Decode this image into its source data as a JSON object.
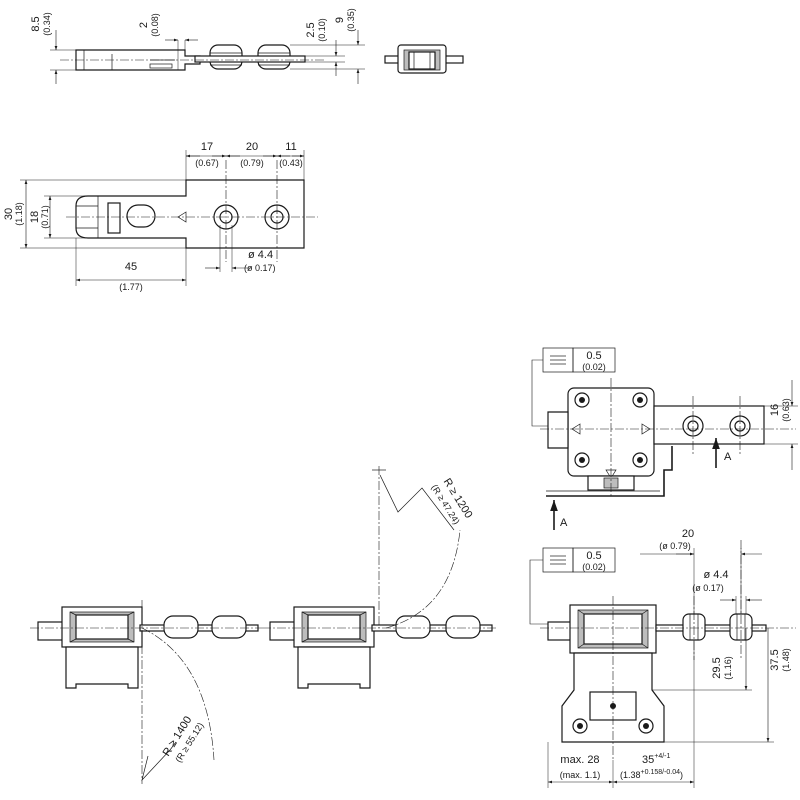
{
  "top_view": {
    "height": "8.5",
    "height_in": "(0.34)",
    "step": "2",
    "step_in": "(0.08)",
    "tongue": "2.5",
    "tongue_in": "(0.10)",
    "thickness": "9",
    "thickness_in": "(0.35)"
  },
  "plan_view": {
    "width": "30",
    "width_in": "(1.18)",
    "inner": "18",
    "inner_in": "(0.71)",
    "length": "45",
    "length_in": "(1.77)",
    "d1": "17",
    "d1_in": "(0.67)",
    "d2": "20",
    "d2_in": "(0.79)",
    "d3": "11",
    "d3_in": "(0.43)",
    "hole": "ø 4.4",
    "hole_in": "(ø 0.17)"
  },
  "bend_views": {
    "radius_down": "R ≥ 1400",
    "radius_down_in": "(R ≥ 55.12)",
    "radius_up": "R ≥ 1200",
    "radius_up_in": "(R ≥ 47.24)"
  },
  "mount_top": {
    "flatness": "0.5",
    "flatness_in": "(0.02)",
    "height": "16",
    "height_in": "(0.63)",
    "view_label": "A",
    "arrow_label": "A"
  },
  "mount_side": {
    "flatness": "0.5",
    "flatness_in": "(0.02)",
    "spacing": "20",
    "spacing_in": "(ø 0.79)",
    "hole": "ø 4.4",
    "hole_in": "(ø 0.17)",
    "h1": "29.5",
    "h1_in": "(1.16)",
    "h2": "37.5",
    "h2_in": "(1.48)",
    "width": "max. 28",
    "width_in": "(max. 1.1)",
    "offset_main": "35",
    "offset_tol": "+4/-1",
    "offset_in_main": "(1.38",
    "offset_in_tol": "+0.158/-0.04",
    "offset_in_close": ")"
  }
}
